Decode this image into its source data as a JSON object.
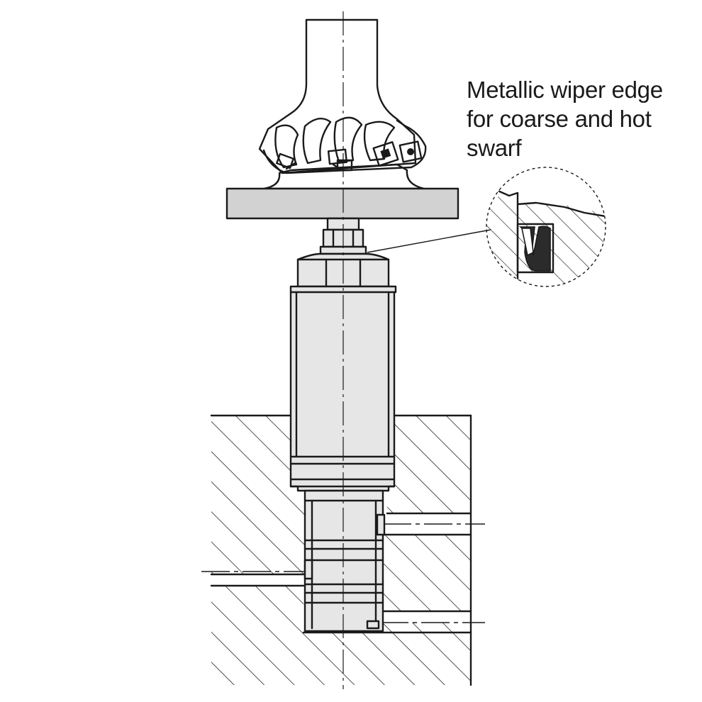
{
  "annotation": {
    "lines": [
      "Metallic wiper edge",
      "for coarse and hot",
      "swarf"
    ]
  },
  "colors": {
    "line": "#1a1a1a",
    "part_fill": "#e6e6e6",
    "plate_fill": "#d2d2d2",
    "seal_fill": "#2b2b2b",
    "background": "#ffffff"
  },
  "icons": [
    "milling-cutter",
    "hex-nut",
    "cylinder-body",
    "workpiece-hatching",
    "detail-circle",
    "wiper-seal"
  ]
}
